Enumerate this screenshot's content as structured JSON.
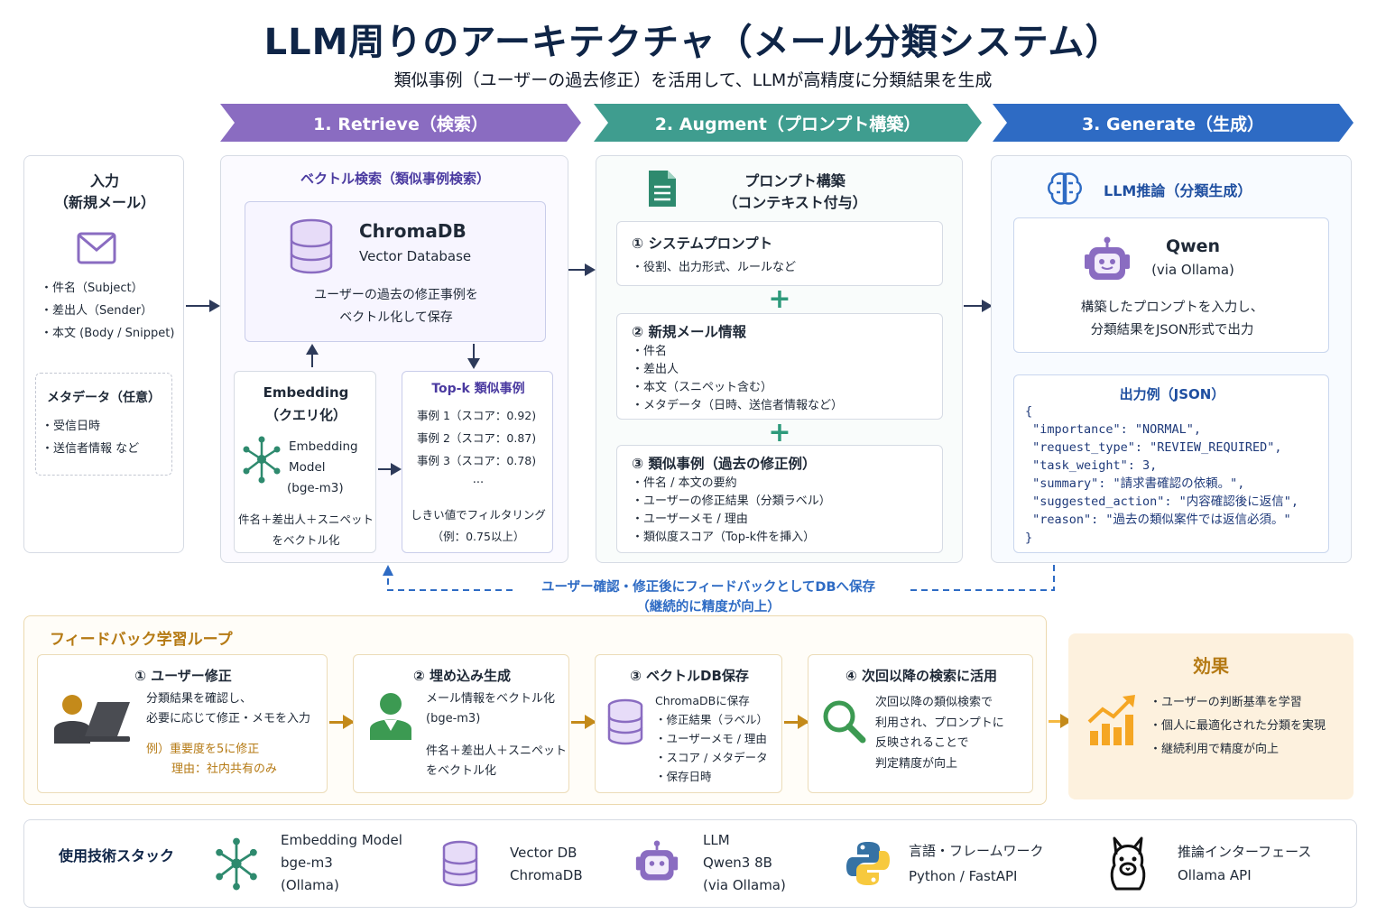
{
  "header": {
    "title": "LLM周りのアーキテクチャ（メール分類システム）",
    "subtitle": "類似事例（ユーザーの過去修正）を活用して、LLMが高精度に分類結果を生成"
  },
  "stages": [
    {
      "label": "1. Retrieve（検索）"
    },
    {
      "label": "2. Augment（プロンプト構築）"
    },
    {
      "label": "3. Generate（生成）"
    }
  ],
  "input": {
    "title_line1": "入力",
    "title_line2": "（新規メール）",
    "items": [
      "件名（Subject）",
      "差出人（Sender）",
      "本文 (Body / Snippet)"
    ],
    "meta_title": "メタデータ（任意）",
    "meta_items": [
      "受信日時",
      "送信者情報 など"
    ]
  },
  "retrieve": {
    "title": "ベクトル検索（類似事例検索）",
    "db_name": "ChromaDB",
    "db_sub": "Vector Database",
    "db_desc1": "ユーザーの過去の修正事例を",
    "db_desc2": "ベクトル化して保存",
    "embed_title1": "Embedding",
    "embed_title2": "（クエリ化）",
    "embed_model1": "Embedding",
    "embed_model2": "Model",
    "embed_model3": "(bge-m3)",
    "embed_desc1": "件名＋差出人＋スニペット",
    "embed_desc2": "をベクトル化",
    "topk_title": "Top-k 類似事例",
    "topk_items": [
      "事例 1（スコア：0.92)",
      "事例 2（スコア：0.87)",
      "事例 3（スコア：0.78)"
    ],
    "topk_ellipsis": "...",
    "topk_filter1": "しきい値でフィルタリング",
    "topk_filter2": "（例：0.75以上）"
  },
  "augment": {
    "title1": "プロンプト構築",
    "title2": "（コンテキスト付与）",
    "plus": "+",
    "sections": [
      {
        "title": "① システムプロンプト",
        "items": [
          "役割、出力形式、ルールなど"
        ]
      },
      {
        "title": "② 新規メール情報",
        "items": [
          "件名",
          "差出人",
          "本文（スニペット含む）",
          "メタデータ（日時、送信者情報など）"
        ]
      },
      {
        "title": "③ 類似事例（過去の修正例）",
        "items": [
          "件名 / 本文の要約",
          "ユーザーの修正結果（分類ラベル）",
          "ユーザーメモ / 理由",
          "類似度スコア（Top-k件を挿入）"
        ]
      }
    ]
  },
  "generate": {
    "title": "LLM推論（分類生成）",
    "model_name": "Qwen",
    "model_sub": "(via Ollama)",
    "desc1": "構築したプロンプトを入力し、",
    "desc2": "分類結果をJSON形式で出力",
    "output_title": "出力例（JSON）",
    "json_lines": [
      "{",
      " \"importance\": \"NORMAL\",",
      " \"request_type\": \"REVIEW_REQUIRED\",",
      " \"task_weight\": 3,",
      " \"summary\": \"請求書確認の依頼。\",",
      " \"suggested_action\": \"内容確認後に返信\",",
      " \"reason\": \"過去の類似案件では返信必須。\"",
      "}"
    ]
  },
  "feedback_note": {
    "line1": "ユーザー確認・修正後にフィードバックとしてDBへ保存",
    "line2": "（継続的に精度が向上）"
  },
  "feedback": {
    "title": "フィードバック学習ループ",
    "steps": [
      {
        "title": "① ユーザー修正",
        "lines": [
          "分類結果を確認し、",
          "必要に応じて修正・メモを入力"
        ],
        "example1": "例）重要度を5に修正",
        "example2": "理由：社内共有のみ"
      },
      {
        "title": "② 埋め込み生成",
        "lines": [
          "メール情報をベクトル化",
          "(bge-m3)"
        ],
        "extra1": "件名＋差出人＋スニペット",
        "extra2": "をベクトル化"
      },
      {
        "title": "③ ベクトルDB保存",
        "lines": [
          "ChromaDBに保存"
        ],
        "items": [
          "修正結果（ラベル）",
          "ユーザーメモ / 理由",
          "スコア / メタデータ",
          "保存日時"
        ]
      },
      {
        "title": "④ 次回以降の検索に活用",
        "lines": [
          "次回以降の類似検索で",
          "利用され、プロンプトに",
          "反映されることで",
          "判定精度が向上"
        ]
      }
    ]
  },
  "effect": {
    "title": "効果",
    "items": [
      "ユーザーの判断基準を学習",
      "個人に最適化された分類を実現",
      "継続利用で精度が向上"
    ]
  },
  "stack": {
    "title": "使用技術スタック",
    "items": [
      {
        "icon": "embedding-graph-icon",
        "lines": [
          "Embedding Model",
          "bge-m3",
          "(Ollama)"
        ]
      },
      {
        "icon": "database-icon",
        "lines": [
          "Vector DB",
          "ChromaDB"
        ]
      },
      {
        "icon": "robot-icon",
        "lines": [
          "LLM",
          "Qwen3 8B",
          "(via Ollama)"
        ]
      },
      {
        "icon": "python-icon",
        "lines": [
          "言語・フレームワーク",
          "Python / FastAPI"
        ]
      },
      {
        "icon": "llama-icon",
        "lines": [
          "推論インターフェース",
          "Ollama API"
        ]
      }
    ]
  },
  "colors": {
    "retrieve": "#8a6cc1",
    "augment": "#3f9d8f",
    "generate": "#2e6bc4",
    "feedback": "#c48a1a",
    "title": "#0f2547"
  }
}
